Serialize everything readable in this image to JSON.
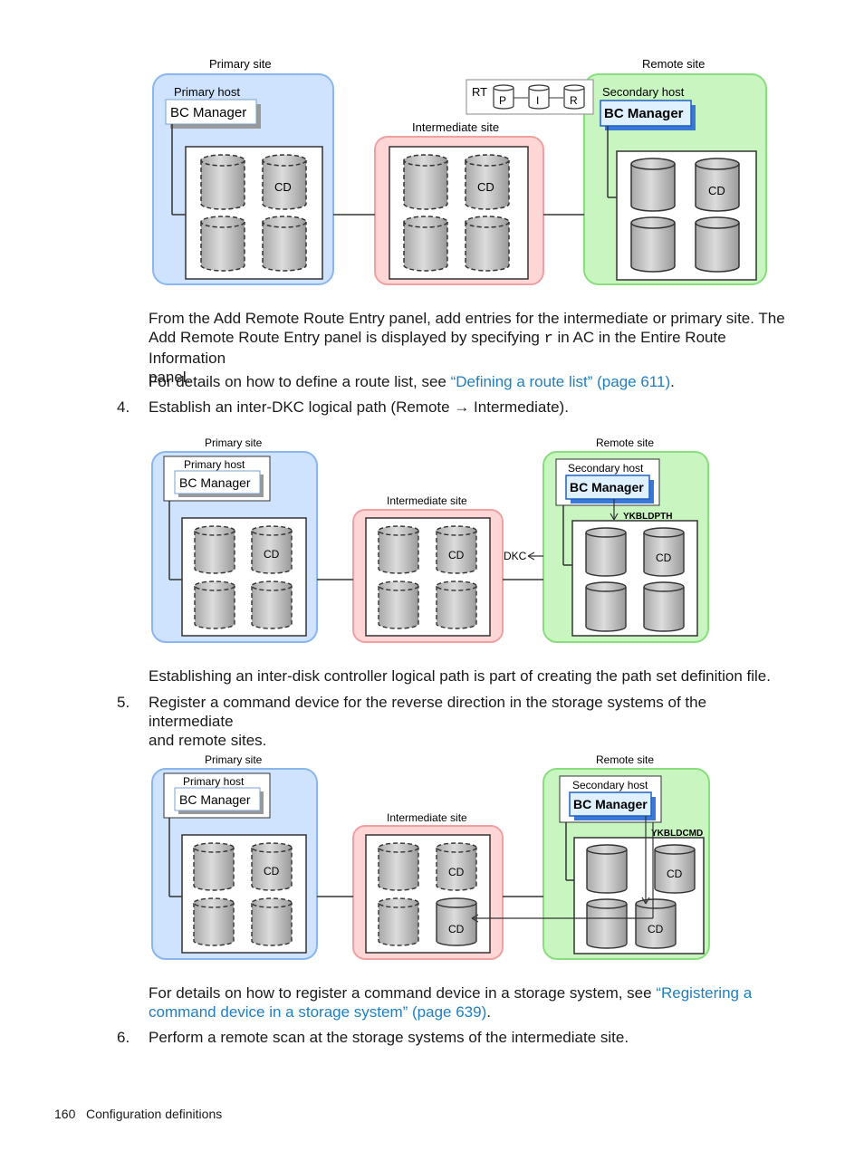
{
  "labels": {
    "primary_site": "Primary site",
    "remote_site": "Remote site",
    "intermediate_site": "Intermediate site",
    "primary_host": "Primary host",
    "secondary_host": "Secondary host",
    "bc_manager": "BC Manager",
    "cd": "CD"
  },
  "figure1": {
    "rt": "RT",
    "p": "P",
    "i": "I",
    "r": "R"
  },
  "figure2": {
    "ykbldpth": "YKBLDPTH",
    "dkc": "DKC"
  },
  "figure3": {
    "ykbldcmd": "YKBLDCMD"
  },
  "para1": {
    "line1": "From the Add Remote Route Entry panel, add entries for the intermediate or primary site. The",
    "line2_a": "Add Remote Route Entry panel is displayed by specifying ",
    "line2_code": "r",
    "line2_b": " in AC in the Entire Route Information",
    "line3": "panel."
  },
  "para2": {
    "text": "For details on how to define a route list, see ",
    "link": "“Defining a route list” (page 611)",
    "end": "."
  },
  "step4": {
    "num": "4.",
    "text": "Establish an inter-DKC logical path (Remote → Intermediate)."
  },
  "para3": {
    "text": "Establishing an inter-disk controller logical path is part of creating the path set definition file."
  },
  "step5": {
    "num": "5.",
    "line1": "Register a command device for the reverse direction in the storage systems of the intermediate",
    "line2": "and remote sites."
  },
  "para4": {
    "text": "For details on how to register a command device in a storage system, see ",
    "link1": "“Registering a",
    "link2": "command device in a storage system” (page 639)",
    "end": "."
  },
  "step6": {
    "num": "6.",
    "text": "Perform a remote scan at the storage systems of the intermediate site."
  },
  "footer": {
    "page": "160",
    "title": "Configuration definitions"
  }
}
